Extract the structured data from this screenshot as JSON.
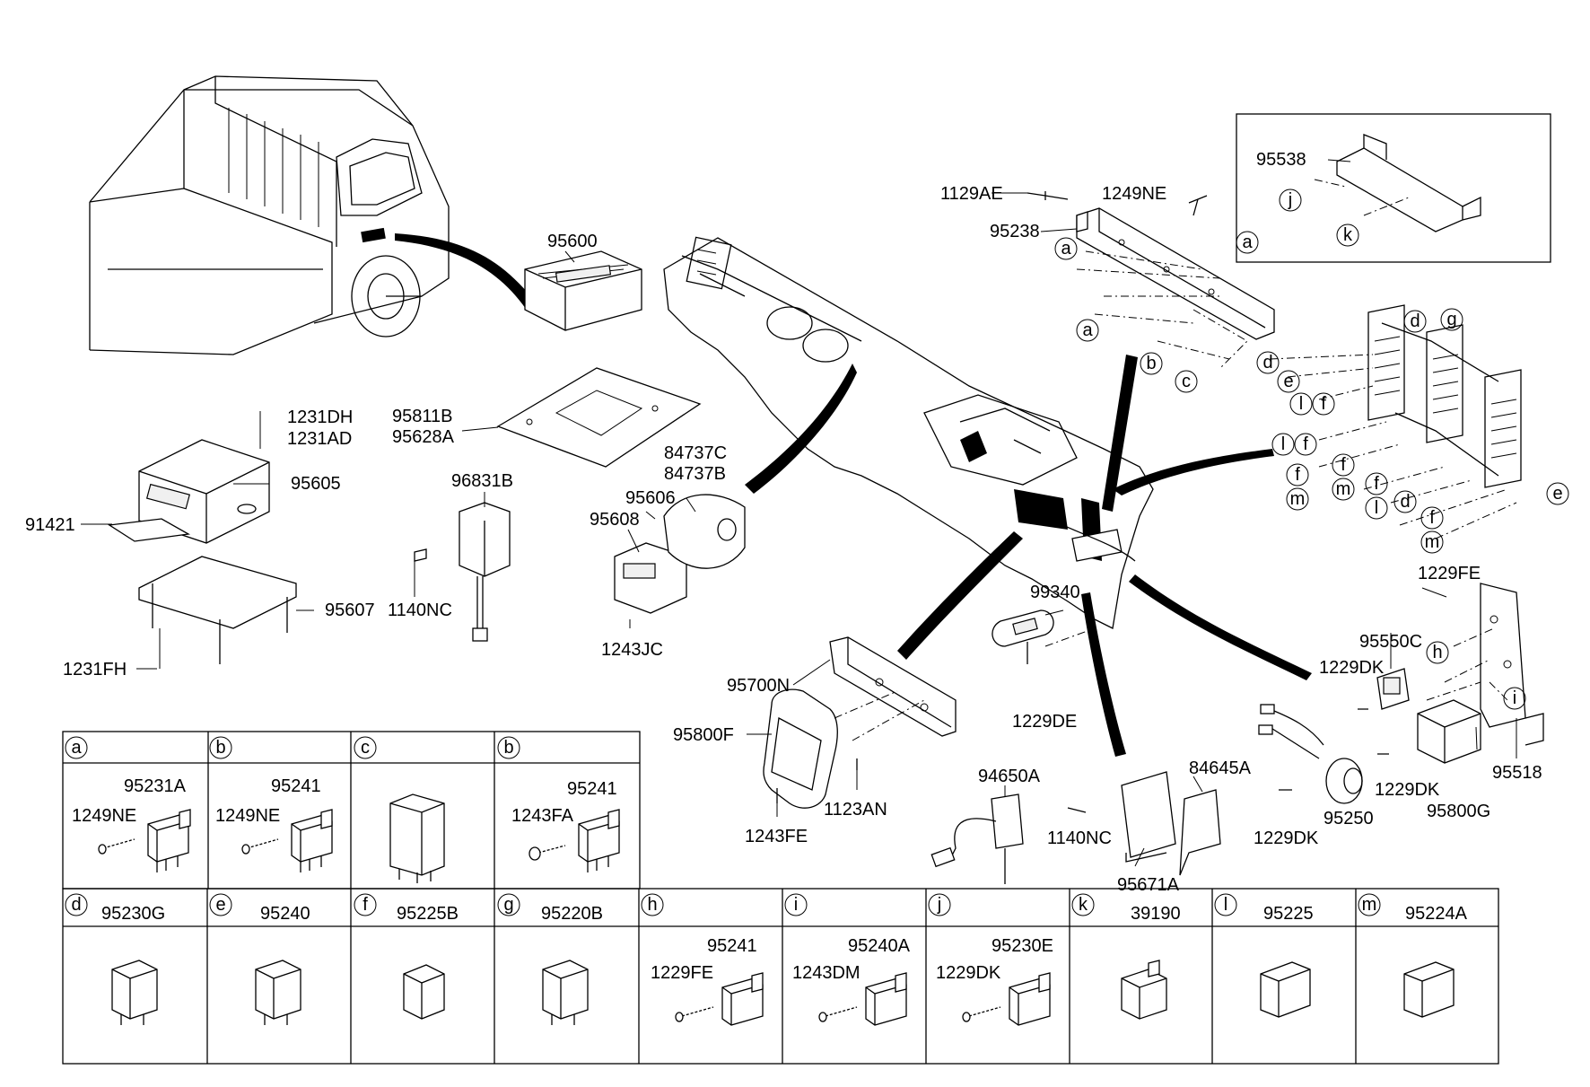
{
  "callouts": [
    {
      "id": "95600",
      "text": "95600"
    },
    {
      "id": "1231DH",
      "text": "1231DH"
    },
    {
      "id": "1231AD",
      "text": "1231AD"
    },
    {
      "id": "95605",
      "text": "95605"
    },
    {
      "id": "91421",
      "text": "91421"
    },
    {
      "id": "95607",
      "text": "95607"
    },
    {
      "id": "1231FH",
      "text": "1231FH"
    },
    {
      "id": "95811B",
      "text": "95811B"
    },
    {
      "id": "95628A",
      "text": "95628A"
    },
    {
      "id": "96831B",
      "text": "96831B"
    },
    {
      "id": "1140NC-left",
      "text": "1140NC"
    },
    {
      "id": "84737C",
      "text": "84737C"
    },
    {
      "id": "84737B",
      "text": "84737B"
    },
    {
      "id": "95606",
      "text": "95606"
    },
    {
      "id": "95608",
      "text": "95608"
    },
    {
      "id": "1243JC",
      "text": "1243JC"
    },
    {
      "id": "1129AE",
      "text": "1129AE"
    },
    {
      "id": "1249NE-top",
      "text": "1249NE"
    },
    {
      "id": "95238",
      "text": "95238"
    },
    {
      "id": "95538",
      "text": "95538"
    },
    {
      "id": "99340",
      "text": "99340"
    },
    {
      "id": "1229DE",
      "text": "1229DE"
    },
    {
      "id": "95700N",
      "text": "95700N"
    },
    {
      "id": "95800F",
      "text": "95800F"
    },
    {
      "id": "1123AN",
      "text": "1123AN"
    },
    {
      "id": "1243FE",
      "text": "1243FE"
    },
    {
      "id": "94650A",
      "text": "94650A"
    },
    {
      "id": "1140NC-right",
      "text": "1140NC"
    },
    {
      "id": "84645A",
      "text": "84645A"
    },
    {
      "id": "95671A",
      "text": "95671A"
    },
    {
      "id": "1229FE-top",
      "text": "1229FE"
    },
    {
      "id": "95550C",
      "text": "95550C"
    },
    {
      "id": "1229DK-1",
      "text": "1229DK"
    },
    {
      "id": "1229DK-2",
      "text": "1229DK"
    },
    {
      "id": "1229DK-3",
      "text": "1229DK"
    },
    {
      "id": "95250",
      "text": "95250"
    },
    {
      "id": "95800G",
      "text": "95800G"
    },
    {
      "id": "95518",
      "text": "95518"
    }
  ],
  "letter_callouts": {
    "top_bracket": [
      "a",
      "a",
      "a",
      "a",
      "b",
      "c"
    ],
    "detail_box": [
      "j",
      "k"
    ],
    "relay_block": [
      "d",
      "g",
      "d",
      "e",
      "l",
      "f",
      "l",
      "f",
      "f",
      "m",
      "f",
      "m",
      "f",
      "l",
      "d",
      "f",
      "m",
      "e"
    ],
    "right_bracket": [
      "h",
      "i"
    ]
  },
  "table": {
    "row1": [
      {
        "letter": "a",
        "part": "95231A",
        "screw": "1249NE",
        "type": "relay-bracket"
      },
      {
        "letter": "b",
        "part": "95241",
        "screw": "1249NE",
        "type": "relay-bracket"
      },
      {
        "letter": "c",
        "part": "",
        "screw": "",
        "type": "relay-tall"
      },
      {
        "letter": "b",
        "part": "95241",
        "screw": "1243FA",
        "type": "relay-bracket"
      }
    ],
    "row2": [
      {
        "letter": "d",
        "part": "95230G",
        "screw": "",
        "type": "relay-plain"
      },
      {
        "letter": "e",
        "part": "95240",
        "screw": "",
        "type": "relay-plain"
      },
      {
        "letter": "f",
        "part": "95225B",
        "screw": "",
        "type": "relay-plain"
      },
      {
        "letter": "g",
        "part": "95220B",
        "screw": "",
        "type": "relay-plain"
      },
      {
        "letter": "h",
        "part": "95241",
        "screw": "1229FE",
        "type": "relay-bracket"
      },
      {
        "letter": "i",
        "part": "95240A",
        "screw": "1243DM",
        "type": "relay-bracket"
      },
      {
        "letter": "j",
        "part": "95230E",
        "screw": "1229DK",
        "type": "relay-bracket"
      },
      {
        "letter": "k",
        "part": "39190",
        "screw": "",
        "type": "relay-tab"
      },
      {
        "letter": "l",
        "part": "95225",
        "screw": "",
        "type": "relay-plain"
      },
      {
        "letter": "m",
        "part": "95224A",
        "screw": "",
        "type": "relay-plain"
      }
    ]
  }
}
